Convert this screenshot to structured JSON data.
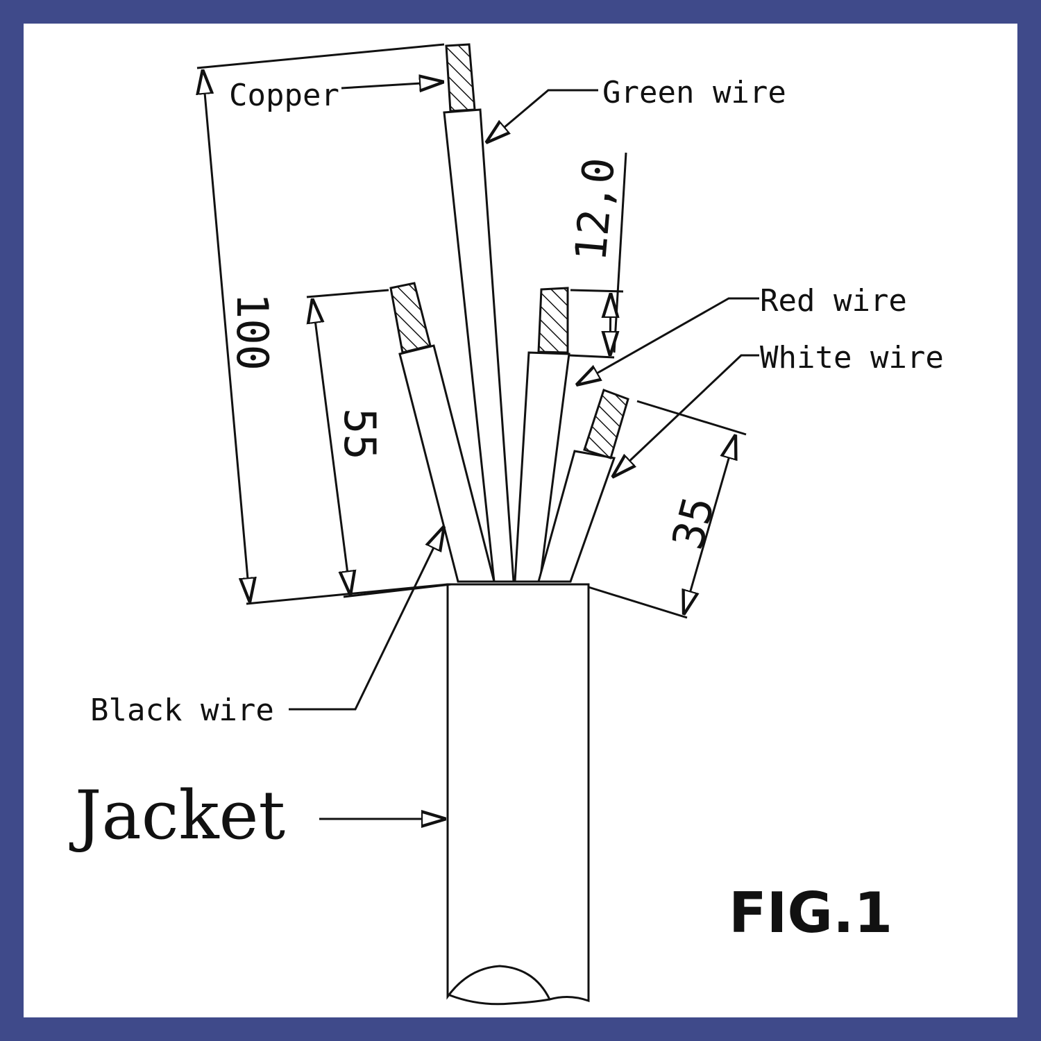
{
  "figure_label": "FIG.1",
  "labels": {
    "copper": "Copper",
    "green_wire": "Green wire",
    "red_wire": "Red wire",
    "white_wire": "White wire",
    "black_wire": "Black wire",
    "jacket": "Jacket"
  },
  "dimensions": {
    "total": "100",
    "black": "55",
    "white": "35",
    "strip": "12,0"
  },
  "colors": {
    "border": "#3f4a8a",
    "panel": "#ffffff",
    "ink": "#111111"
  }
}
